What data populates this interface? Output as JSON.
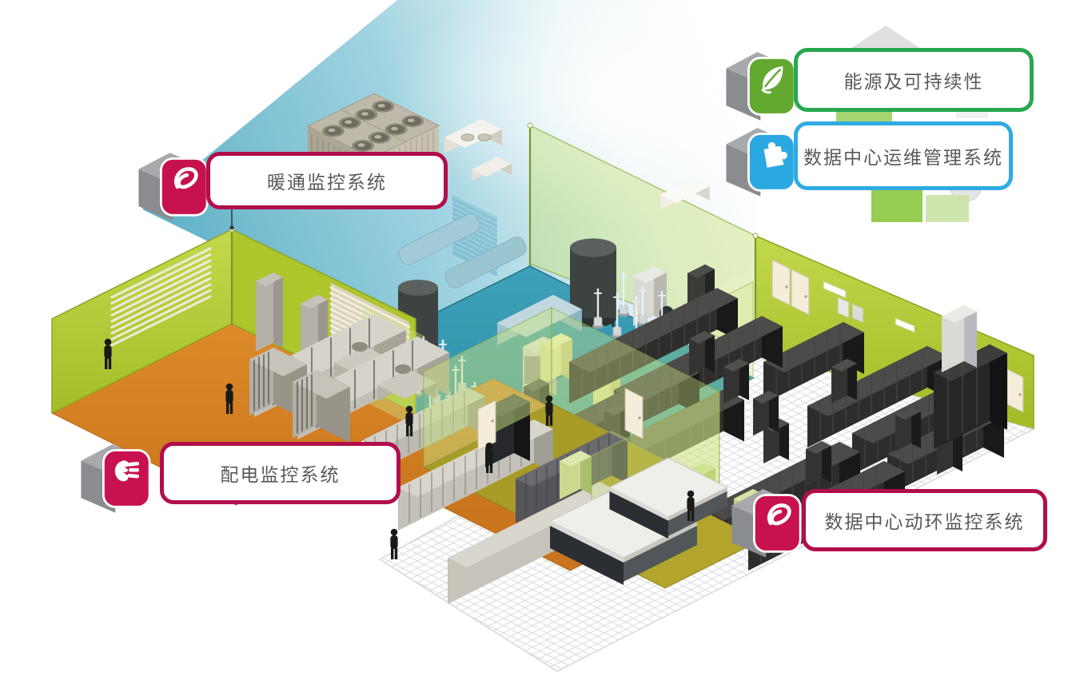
{
  "figure": {
    "type": "isometric-datacenter-cutaway-diagram",
    "background": "#ffffff",
    "label_text_color": "#58595b"
  },
  "callouts": [
    {
      "id": "hvac-monitoring",
      "label": "暖通监控系统",
      "border_color": "#b10e4c",
      "cube_color": "#c8114f",
      "icon": "ecostruxure-eye-icon"
    },
    {
      "id": "energy-sustainability",
      "label": "能源及可持续性",
      "border_color": "#27a84f",
      "cube_color": "#63a92f",
      "icon": "leaf-icon"
    },
    {
      "id": "dc-operations",
      "label": "数据中心运维管理系统",
      "border_color": "#2fabe1",
      "cube_color": "#2aa9e0",
      "icon": "puzzle-icon"
    },
    {
      "id": "power-monitoring",
      "label": "配电监控系统",
      "border_color": "#b10e4c",
      "cube_color": "#c8114f",
      "icon": "power-glove-icon"
    },
    {
      "id": "dc-env-monitoring",
      "label": "数据中心动环监控系统",
      "border_color": "#b10e4c",
      "cube_color": "#c8114f",
      "icon": "ecostruxure-eye-icon"
    }
  ],
  "cube_palette": {
    "top": "#a7a9ac",
    "side": "#8a8c8f",
    "icon": "#ffffff"
  },
  "scene": {
    "areas": [
      {
        "name": "cooling-towers-roof",
        "color": "#79c0d3"
      },
      {
        "name": "generator-room",
        "floor_color": "#d8832a",
        "wall_color": "#b5cc34"
      },
      {
        "name": "chiller-plant-room",
        "floor_color": "#2f93ac"
      },
      {
        "name": "electrical-power-rooms",
        "floor_color": "#a99b27"
      },
      {
        "name": "data-hall",
        "floor_color": "#ffffff",
        "wall_color": "#bcd348",
        "rack_color": "#2e2d2c"
      }
    ],
    "equipment": [
      "cooling-tower",
      "rooftop-ahu",
      "diesel-generators",
      "water-tanks",
      "chillers",
      "pumps",
      "crac-units",
      "ups-cabinets",
      "switchgear-rows",
      "server-rack-rows",
      "aisle-containment-canopy",
      "personnel"
    ]
  }
}
